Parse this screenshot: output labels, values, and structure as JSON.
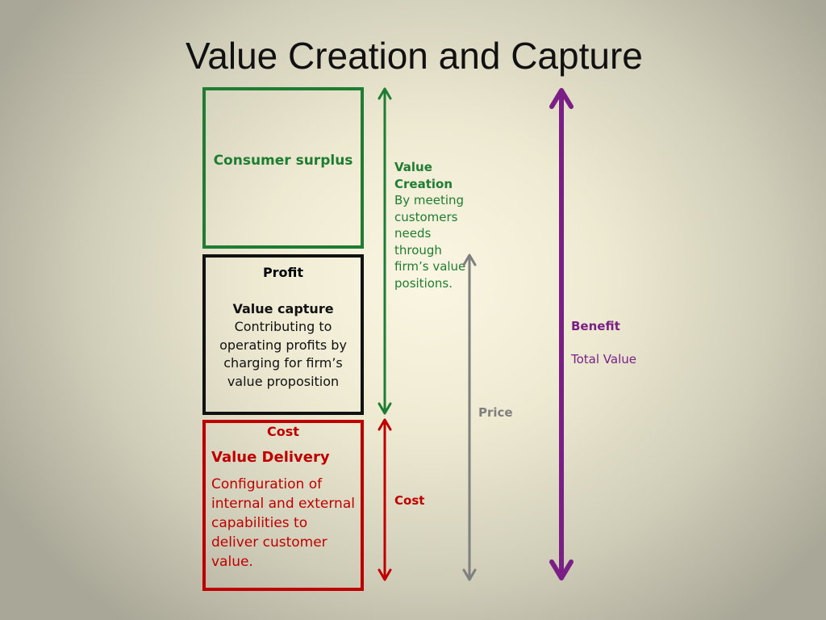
{
  "slide": {
    "title": "Value Creation and Capture",
    "boxes": {
      "consumer_surplus": "Consumer surplus",
      "profit": {
        "title": "Profit",
        "heading": "Value capture",
        "description": "Contributing to operating profits by charging for firm’s value proposition"
      },
      "cost": {
        "title": "Cost",
        "heading": "Value Delivery",
        "description": "Configuration of internal and external capabilities to deliver customer value."
      }
    },
    "arrows": {
      "value_creation": {
        "heading": "Value Creation",
        "description": "By meeting customers needs through firm’s value positions."
      },
      "cost": "Cost",
      "price": "Price",
      "benefit": "Benefit",
      "total_value": "Total Value"
    },
    "colors": {
      "green": "#1e7d32",
      "black": "#111111",
      "red": "#c00000",
      "gray": "#7f7f7f",
      "purple": "#7a1f86"
    }
  }
}
